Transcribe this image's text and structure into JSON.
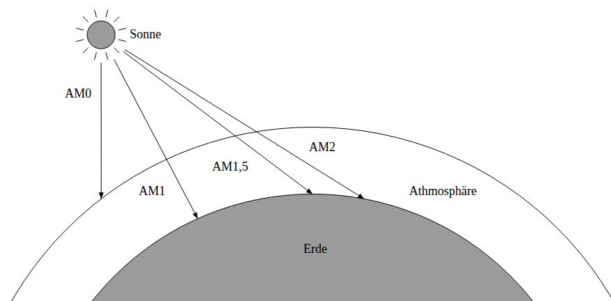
{
  "diagram": {
    "nodes": [
      {
        "text": [
          "Sonne"
        ]
      },
      {
        "text": [
          "Athmosphäre"
        ]
      },
      {
        "text": [
          "Erde"
        ],
        "in": 1
      }
    ],
    "edges": [
      {
        "from": 0,
        "to": 1,
        "arrow": "to",
        "label": "AM0"
      },
      {
        "from": 0,
        "to": 2,
        "arrow": "to",
        "label": "AM1"
      },
      {
        "from": 0,
        "to": 2,
        "arrow": "to",
        "label": "AM1,5"
      },
      {
        "from": 0,
        "to": 2,
        "arrow": "to",
        "label": "AM2"
      }
    ]
  }
}
